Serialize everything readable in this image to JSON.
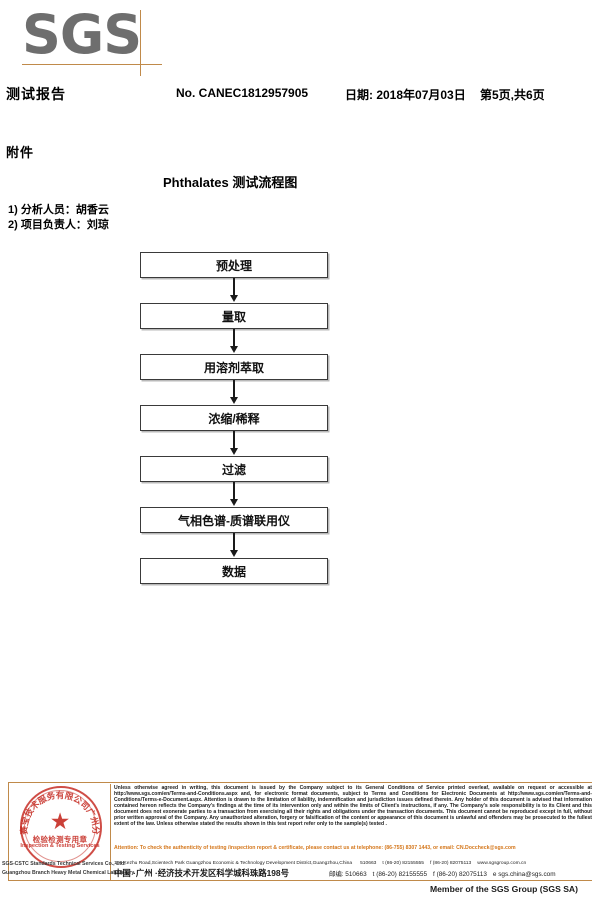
{
  "header": {
    "logo_text": "SGS",
    "report_title": "测试报告",
    "report_no": "No. CANEC1812957905",
    "date": "日期: 2018年07月03日",
    "page": "第5页,共6页"
  },
  "attachment": {
    "label": "附件",
    "flow_title": "Phthalates 测试流程图",
    "notes": [
      "1) 分析人员：胡香云",
      "2) 项目负责人：刘琼"
    ]
  },
  "flowchart": {
    "nodes": [
      "预处理",
      "量取",
      "用溶剂萃取",
      "浓缩/稀释",
      "过滤",
      "气相色谱-质谱联用仪",
      "数据"
    ]
  },
  "footer": {
    "legal_text": "Unless otherwise agreed in writing, this document is issued by the Company subject to its General Conditions of Service printed overleaf, available on request or accessible at http://www.sgs.com/en/Terms-and-Conditions.aspx and, for electronic format documents, subject to Terms and Conditions for Electronic Documents at http://www.sgs.com/en/Terms-and-Conditions/Terms-e-Document.aspx. Attention is drawn to the limitation of liability, indemnification and jurisdiction issues defined therein. Any holder of this document is advised that information contained hereon reflects the Company's findings at the time of its intervention only and within the limits of Client's instructions, if any. The Company's sole responsibility is to its Client and this document does not exonerate parties to a transaction from exercising all their rights and obligations under the transaction documents. This document cannot be reproduced except in full, without prior written approval of the Company. Any unauthorized alteration, forgery or falsification of the content or appearance of this document is unlawful and offenders may be prosecuted to the fullest extent of the law. Unless otherwise stated the results shown in this test report refer only to the sample(s) tested .",
    "attention_text": "Attention: To check the authenticity of testing /inspection report & certificate, please contact us at telephone: (86-755) 8307 1443, or email: CN.Doccheck@sgs.com",
    "address_en": "198 Kezhu Road,Scientech Park Guangzhou Economic & Technology Development District,Guangzhou,China",
    "zip_en": "510663",
    "tel_en": "t (86-20) 82155555",
    "fax_en": "f (86-20) 82075113",
    "web_en": "www.sgsgroup.com.cn",
    "address_cn": "中国 ·广州 ·经济技术开发区科学城科珠路198号",
    "zip_cn": "邮编: 510663",
    "tel_cn": "t (86-20) 82155555",
    "fax_cn": "f (86-20) 82075113",
    "email_cn": "e sgs.china@sgs.com",
    "member_line": "Member of the SGS Group (SGS SA)"
  },
  "stamp": {
    "arc_cn": "广州赛宝技术服务有限公司广州分公司",
    "center_cn": "检验检测专用章",
    "center_en": "Inspection & Testing Services",
    "lab_name_en_line1": "SGS-CSTC Standards Technical Services Co., Ltd.",
    "lab_name_en_line2": "Guangzhou Branch Heavy Metal Chemical Laboratory"
  },
  "colors": {
    "accent": "#c08a4a",
    "attention": "#d4761a",
    "logo_gray": "#6e6e6e",
    "stamp_red": "#c4261d"
  }
}
